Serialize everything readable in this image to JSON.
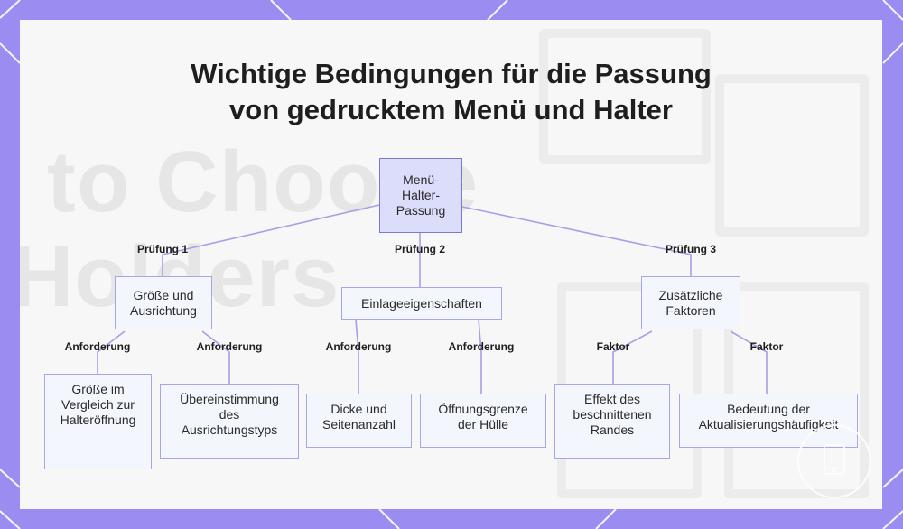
{
  "title": {
    "line1": "Wichtige Bedingungen für die Passung",
    "line2": "von gedrucktem Menü und Halter"
  },
  "background": {
    "watermark_line1": "to Choose",
    "watermark_line2": "Holders"
  },
  "colors": {
    "frame": "#9b8cf2",
    "node_fill": "#f4f6fd",
    "node_border": "#a7a6e6",
    "root_fill": "#dcdcfb",
    "connector": "#a99ee6"
  },
  "tree": {
    "root": "Menü-\nHalter-\nPassung",
    "branches": [
      {
        "label": "Prüfung 1",
        "node": "Größe und\nAusrichtung",
        "children": [
          {
            "label": "Anforderung",
            "node": "Größe im\nVergleich zur\nHalteröffnung"
          },
          {
            "label": "Anforderung",
            "node": "Übereinstimmung\ndes\nAusrichtungstyps"
          }
        ]
      },
      {
        "label": "Prüfung 2",
        "node": "Einlageeigenschaften",
        "children": [
          {
            "label": "Anforderung",
            "node": "Dicke und\nSeitenanzahl"
          },
          {
            "label": "Anforderung",
            "node": "Öffnungsgrenze\nder Hülle"
          }
        ]
      },
      {
        "label": "Prüfung 3",
        "node": "Zusätzliche\nFaktoren",
        "children": [
          {
            "label": "Faktor",
            "node": "Effekt des\nbeschnittenen\nRandes"
          },
          {
            "label": "Faktor",
            "node": "Bedeutung der\nAktualisierungshäufigkeit"
          }
        ]
      }
    ]
  },
  "icons": {
    "badge": "tablet-icon"
  }
}
